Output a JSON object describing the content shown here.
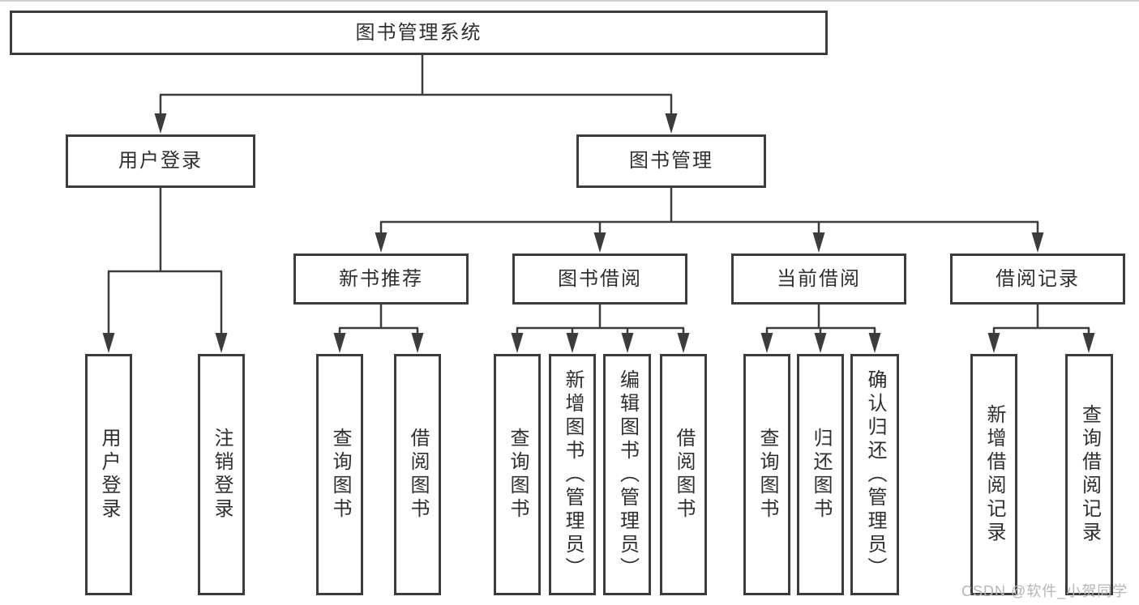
{
  "diagram": {
    "title": "图书管理系统",
    "root": {
      "label": "图书管理系统"
    },
    "level1": {
      "user_login": {
        "label": "用户登录"
      },
      "book_mgmt": {
        "label": "图书管理"
      }
    },
    "level2": {
      "new_book": {
        "label": "新书推荐"
      },
      "borrow": {
        "label": "图书借阅"
      },
      "current": {
        "label": "当前借阅"
      },
      "records": {
        "label": "借阅记录"
      }
    },
    "leaves": {
      "user_login": [
        "用户登录",
        "注销登录"
      ],
      "new_book": [
        "查询图书",
        "借阅图书"
      ],
      "borrow": [
        "查询图书",
        "新增图书（管理员）",
        "编辑图书（管理员）",
        "借阅图书"
      ],
      "current": [
        "查询图书",
        "归还图书",
        "确认归还（管理员）"
      ],
      "records": [
        "新增借阅记录",
        "查询借阅记录"
      ]
    }
  },
  "watermark": {
    "text": "CSDN @软件_小贺同学"
  },
  "colors": {
    "line": "#3c3c3c",
    "text": "#2f2f2f",
    "watermark": "#b6b6b6",
    "background": "#ffffff"
  }
}
